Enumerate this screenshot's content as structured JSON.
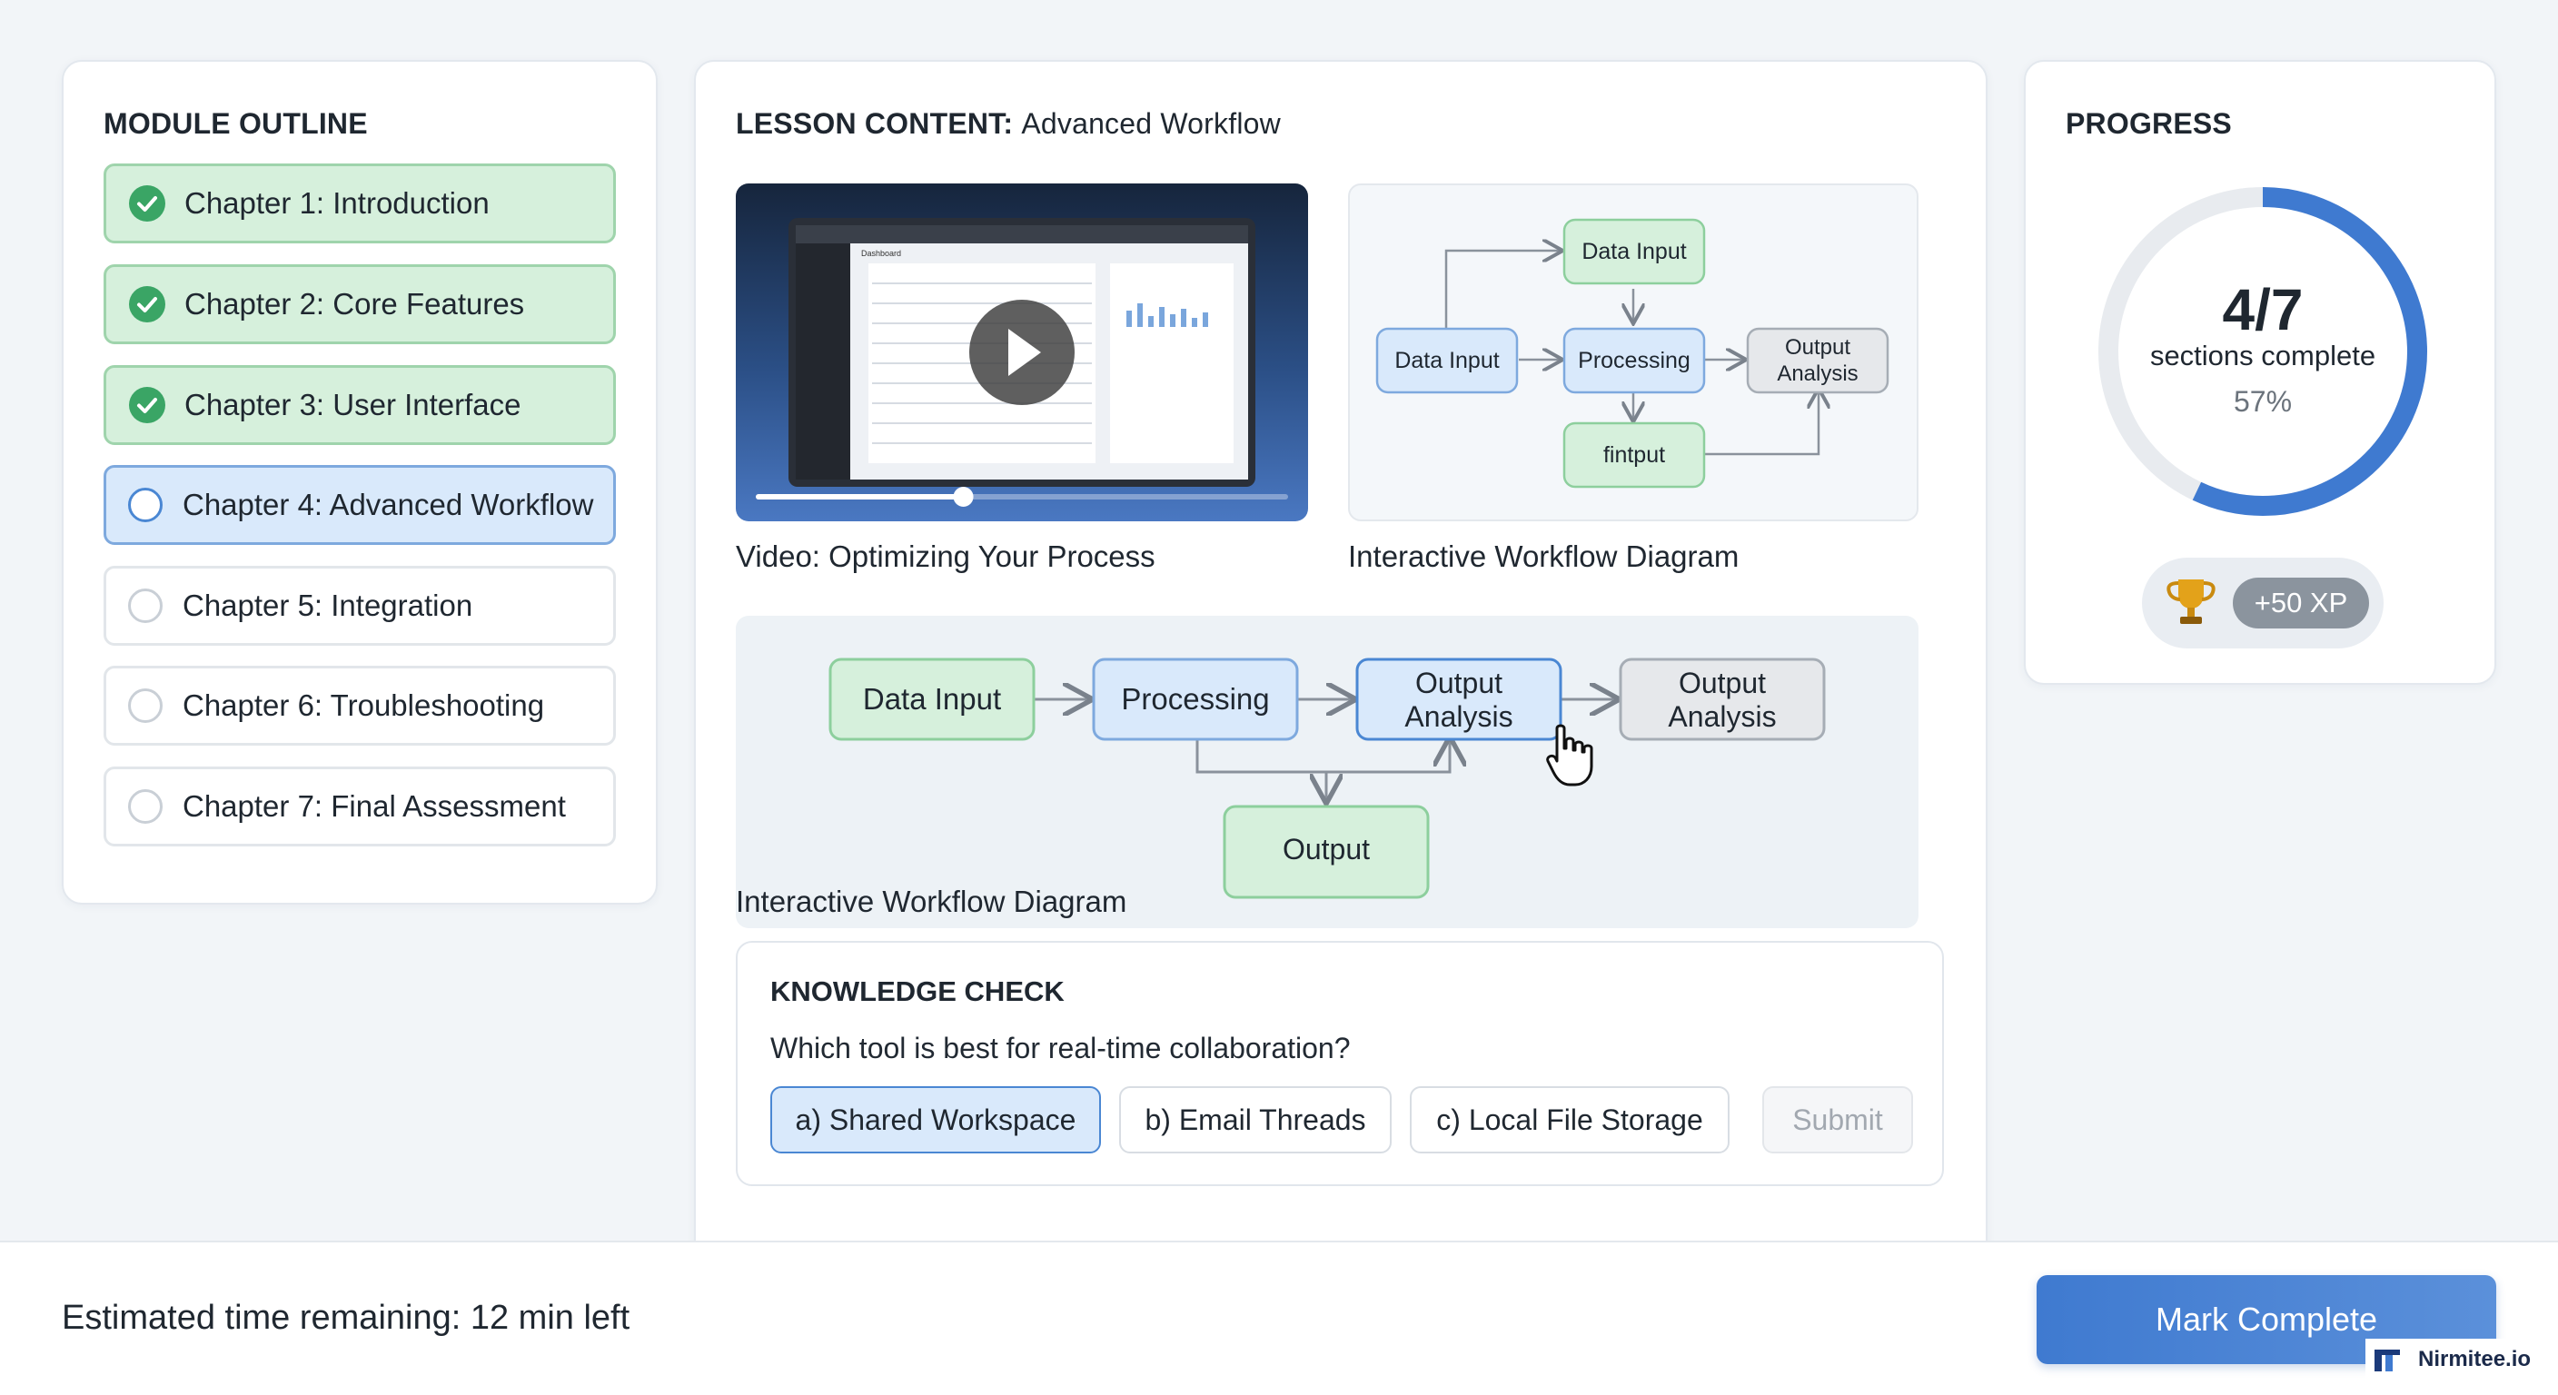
{
  "outline": {
    "title": "MODULE OUTLINE",
    "chapters": [
      {
        "label": "Chapter 1: Introduction",
        "status": "complete"
      },
      {
        "label": "Chapter 2: Core Features",
        "status": "complete"
      },
      {
        "label": "Chapter 3: User Interface",
        "status": "complete"
      },
      {
        "label": "Chapter 4: Advanced Workflow",
        "status": "current"
      },
      {
        "label": "Chapter 5: Integration",
        "status": "locked"
      },
      {
        "label": "Chapter 6: Troubleshooting",
        "status": "locked"
      },
      {
        "label": "Chapter 7: Final Assessment",
        "status": "locked"
      }
    ]
  },
  "lesson": {
    "title_prefix": "LESSON CONTENT:",
    "title_name": "Advanced Workflow",
    "video": {
      "caption": "Video: Optimizing Your Process",
      "progress": 0.39,
      "app_title": "Dashboard"
    },
    "small_diagram": {
      "caption": "Interactive Workflow Diagram",
      "nodes": {
        "data_input_left": "Data Input",
        "data_input_top": "Data Input",
        "processing": "Processing",
        "output_analysis": "Output Analysis",
        "fintput": "fintput"
      }
    },
    "big_diagram": {
      "caption": "Interactive Workflow Diagram",
      "nodes": {
        "data_input": "Data Input",
        "processing": "Processing",
        "output_analysis_1": "Output Analysis",
        "output_analysis_2": "Output Analysis",
        "output": "Output"
      }
    },
    "knowledge_check": {
      "title": "KNOWLEDGE CHECK",
      "question": "Which tool is best for real-time collaboration?",
      "options": [
        {
          "label": "a) Shared Workspace",
          "selected": true
        },
        {
          "label": "b) Email Threads",
          "selected": false
        },
        {
          "label": "c) Local File Storage",
          "selected": false
        }
      ],
      "submit_label": "Submit"
    }
  },
  "progress": {
    "title": "PROGRESS",
    "count": "4/7",
    "label": "sections complete",
    "percent_text": "57%",
    "fraction": 0.57,
    "xp": "+50 XP"
  },
  "footer": {
    "time_remaining": "Estimated time remaining: 12 min left",
    "mark_complete": "Mark Complete",
    "brand": "Nirmitee.io"
  },
  "colors": {
    "accent": "#3f7ad0",
    "complete_bg": "#d6f0dc",
    "complete_check": "#3aa565",
    "current_bg": "#d9e9fb",
    "node_green": "#d6f0dc",
    "node_blue": "#d9e9fb",
    "node_gray": "#e6e8eb"
  }
}
